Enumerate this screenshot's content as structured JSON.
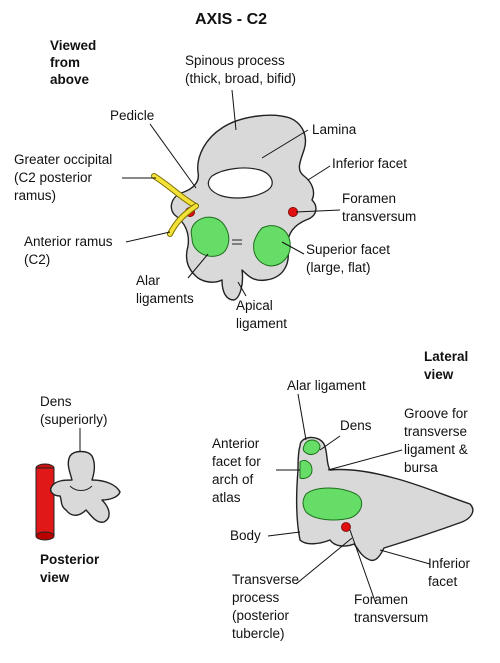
{
  "title": "AXIS - C2",
  "colors": {
    "bone": "#d9d9d9",
    "facet": "#66dd66",
    "foramen": "#e01010",
    "nerve": "#f2e238",
    "outline": "#222222"
  },
  "views": {
    "above": {
      "heading": [
        "Viewed",
        "from",
        "above"
      ],
      "labels": {
        "spinous": [
          "Spinous process",
          "(thick, broad, bifid)"
        ],
        "pedicle": [
          "Pedicle"
        ],
        "lamina": [
          "Lamina"
        ],
        "occipital": [
          "Greater occipital",
          "(C2 posterior",
          "ramus)"
        ],
        "inferior_facet": [
          "Inferior facet"
        ],
        "foramen": [
          "Foramen",
          "transversum"
        ],
        "anterior_ramus": [
          "Anterior ramus",
          "(C2)"
        ],
        "superior_facet": [
          "Superior facet",
          "(large, flat)"
        ],
        "alar": [
          "Alar",
          "ligaments"
        ],
        "apical": [
          "Apical",
          "ligament"
        ]
      }
    },
    "posterior": {
      "heading": [
        "Posterior",
        "view"
      ],
      "labels": {
        "dens": [
          "Dens",
          "(superiorly)"
        ]
      }
    },
    "lateral": {
      "heading": [
        "Lateral",
        "view"
      ],
      "labels": {
        "alar": [
          "Alar ligament"
        ],
        "dens": [
          "Dens"
        ],
        "groove": [
          "Groove for",
          "transverse",
          "ligament &",
          "bursa"
        ],
        "anterior_facet": [
          "Anterior",
          "facet for",
          "arch of",
          "atlas"
        ],
        "body": [
          "Body"
        ],
        "inferior_facet": [
          "Inferior",
          "facet"
        ],
        "transverse": [
          "Transverse",
          "process",
          "(posterior",
          "tubercle)"
        ],
        "foramen": [
          "Foramen",
          "transversum"
        ]
      }
    }
  }
}
